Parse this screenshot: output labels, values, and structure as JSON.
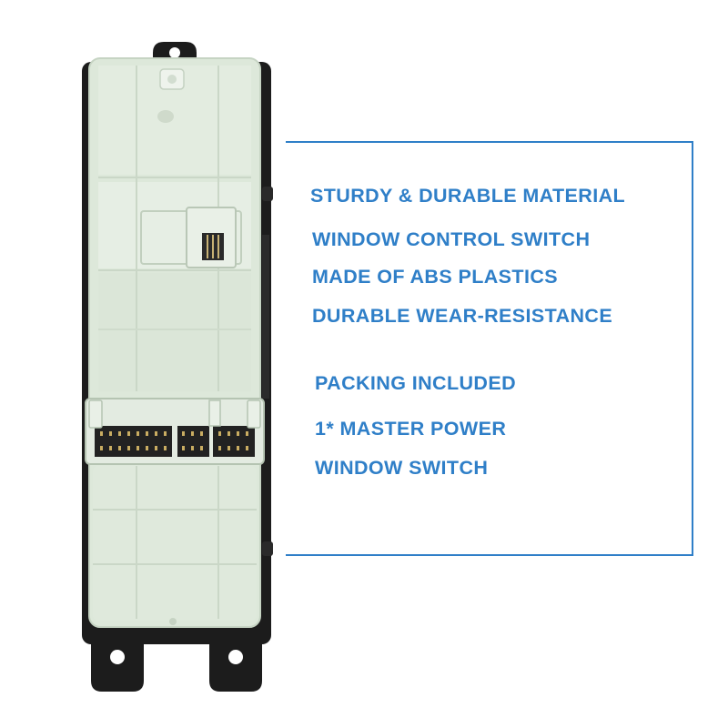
{
  "theme": {
    "accent": "#2F7FC8",
    "housing_color": "#DDE8DA",
    "frame_color": "#1C1C1C"
  },
  "product": {
    "subject": "master-power-window-switch",
    "icon": "window-switch-image"
  },
  "features": [
    "STURDY & DURABLE MATERIAL",
    "WINDOW CONTROL SWITCH",
    "MADE OF ABS PLASTICS",
    "DURABLE WEAR-RESISTANCE"
  ],
  "package": [
    "PACKING INCLUDED",
    "1* MASTER POWER",
    "WINDOW SWITCH"
  ]
}
